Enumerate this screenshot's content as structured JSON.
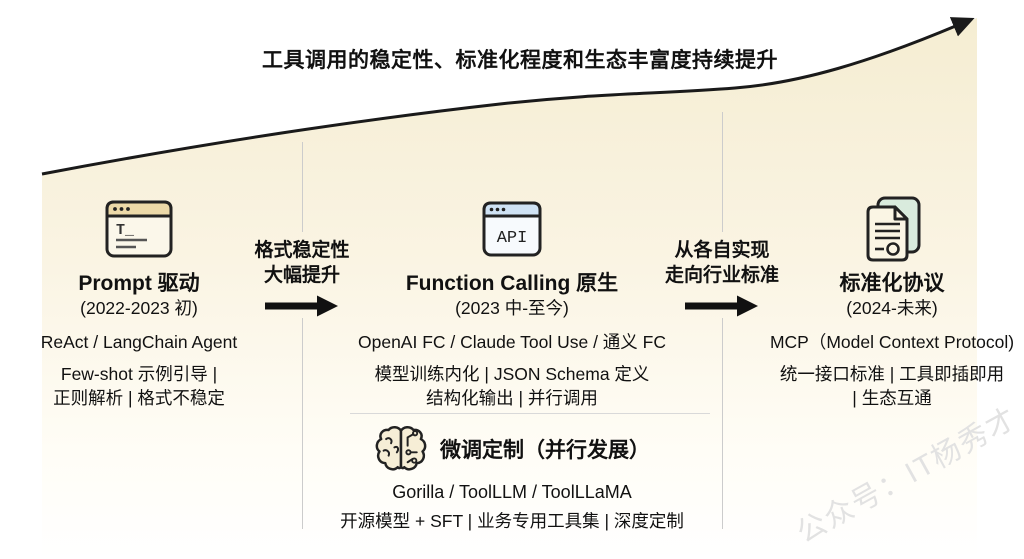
{
  "title": "工具调用的稳定性、标准化程度和生态丰富度持续提升",
  "stages": [
    {
      "icon": "browser-text-icon",
      "icon_text": "T_",
      "title": "Prompt 驱动",
      "period": "(2022-2023 初)",
      "tech_line": "ReAct / LangChain Agent",
      "detail_line1": "Few-shot 示例引导 |",
      "detail_line2": "正则解析 | 格式不稳定"
    },
    {
      "icon": "browser-api-icon",
      "icon_text": "API",
      "title": "Function Calling 原生",
      "period": "(2023 中-至今)",
      "tech_line": "OpenAI FC / Claude Tool Use / 通义 FC",
      "detail_line1": "模型训练内化 | JSON Schema 定义",
      "detail_line2": "结构化输出 | 并行调用"
    },
    {
      "icon": "documents-protocol-icon",
      "icon_text": "",
      "title": "标准化协议",
      "period": "(2024-未来)",
      "tech_line": "MCP（Model Context Protocol)",
      "detail_line1": "统一接口标准 | 工具即插即用",
      "detail_line2": "| 生态互通"
    }
  ],
  "transitions": [
    {
      "line1": "格式稳定性",
      "line2": "大幅提升"
    },
    {
      "line1": "从各自实现",
      "line2": "走向行业标准"
    }
  ],
  "parallel_track": {
    "icon": "brain-circuit-icon",
    "title": "微调定制（并行发展）",
    "tech_line": "Gorilla / ToolLLM / ToolLLaMA",
    "detail_line": "开源模型 + SFT | 业务专用工具集 | 深度定制"
  },
  "watermark": "公众号：IT杨秀才",
  "colors": {
    "curve": "#1a1a1a",
    "fill_top": "#f5edd2",
    "fill_bottom": "#ffffff",
    "prompt_icon_header": "#ecd9a8",
    "api_icon_header": "#cfe2f4",
    "doc_back": "#d9ebdd",
    "doc_front": "#faf5e4",
    "brain_fill": "#f6eed6",
    "divider": "#cccccc",
    "watermark_gray": "#e2e2e2"
  }
}
